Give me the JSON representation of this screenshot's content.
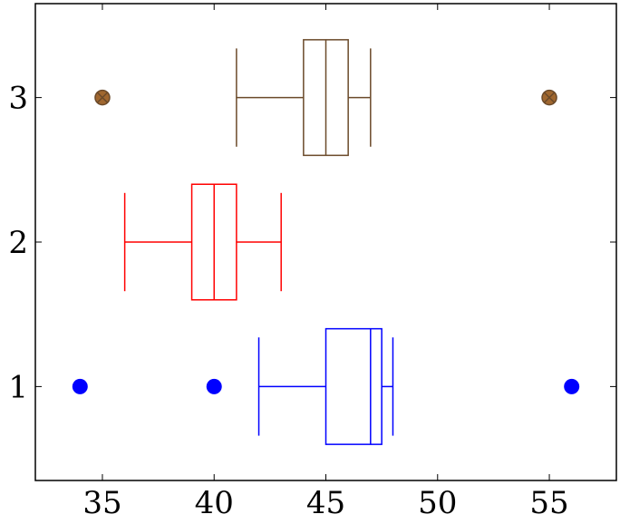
{
  "chart_data": {
    "type": "boxplot",
    "orientation": "horizontal",
    "title": "",
    "xlabel": "",
    "ylabel": "",
    "xlim": [
      32,
      58
    ],
    "ylim": [
      0.35,
      3.65
    ],
    "xticks": [
      35,
      40,
      45,
      50,
      55
    ],
    "yticks": [
      1,
      2,
      3
    ],
    "grid": false,
    "series": [
      {
        "y": 1,
        "color": "#0000ff",
        "whisker_low": 42,
        "q1": 45,
        "median": 47,
        "q3": 47.5,
        "whisker_high": 48,
        "outliers": [
          34,
          40,
          56
        ],
        "outlier_style": "filled-circle"
      },
      {
        "y": 2,
        "color": "#ff0000",
        "whisker_low": 36,
        "q1": 39,
        "median": 40,
        "q3": 41,
        "whisker_high": 43,
        "outliers": [],
        "outlier_style": "none"
      },
      {
        "y": 3,
        "color": "#6b4a2a",
        "whisker_low": 41,
        "q1": 44,
        "median": 45,
        "q3": 46,
        "whisker_high": 47,
        "outliers": [
          35,
          55
        ],
        "outlier_style": "circle-x"
      }
    ]
  }
}
